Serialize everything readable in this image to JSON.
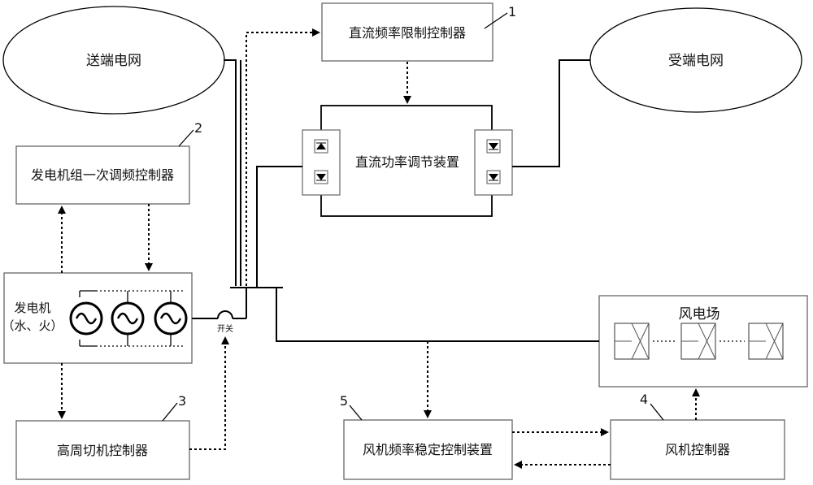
{
  "nodes": {
    "sending_grid": "送端电网",
    "receiving_grid": "受端电网",
    "dc_freq_limit_ctrl": "直流频率限制控制器",
    "dc_power_device": "直流功率调节装置",
    "gen_primary_freq_ctrl": "发电机组一次调频控制器",
    "generator_line1": "发电机",
    "generator_line2": "（水、火）",
    "switch": "开关",
    "hf_trip_ctrl": "高周切机控制器",
    "wind_farm": "风电场",
    "wt_freq_stab_device": "风机频率稳定控制装置",
    "wt_ctrl": "风机控制器"
  },
  "callouts": {
    "c1": "1",
    "c2": "2",
    "c3": "3",
    "c4": "4",
    "c5": "5"
  },
  "icons": {
    "generator_symbol": "ac-generator-icon",
    "thyristor_symbol": "thyristor-icon",
    "wind_turbine_symbol": "wind-turbine-icon"
  },
  "colors": {
    "line": "#000000",
    "box_border": "#666666",
    "background": "#ffffff"
  }
}
